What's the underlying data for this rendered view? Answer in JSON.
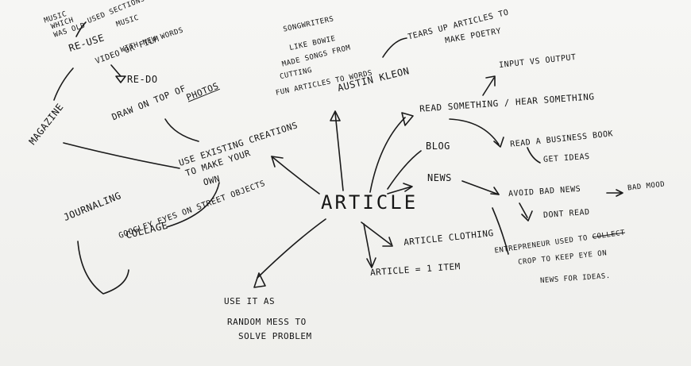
{
  "center": "Article",
  "nodes": {
    "music_which_was_old": "music\n which\n was old",
    "used_sections": "used sections",
    "music": "music",
    "reuse": "Re-use",
    "video_or_film": "video or film",
    "with_new_words": "with new words",
    "redo": "re-do",
    "magazine": "magazine",
    "draw_on_top": "draw on top of",
    "photos": "photos",
    "use_existing": "use existing creations",
    "to_make_your": "to make your",
    "own": "own",
    "journaling": "journaling",
    "collage": "collage",
    "googley_eyes": "googley eyes on street objects",
    "use_it_as": "use it as",
    "random_mess": "random mess to",
    "solve_problem": "solve problem",
    "song_writers": "songwriters",
    "like_bowie": "like bowie",
    "made_songs_from": "made songs from",
    "cutting": "cutting",
    "fun_articles": "fun articles to words",
    "austin_kleon": "Austin Kleon",
    "tears_up": "tears up articles to",
    "make_poetry": "make poetry",
    "input_vs_output": "input vs output",
    "read_something": "read something / hear something",
    "blog": "Blog",
    "read_business_book": "read a business book",
    "get_ideas": "get ideas",
    "news": "News",
    "avoid_bad_news": "avoid bad news",
    "bad_mood": "bad mood",
    "dont_read": "dont read",
    "article_clothing": "Article clothing",
    "article_1_item": "Article = 1 item",
    "entrepreneur": "entrepreneur used to",
    "entrepreneur_struck": "collect",
    "crop_to_keep": "crop to keep eye on",
    "news_for_ideas": "news for ideas."
  }
}
